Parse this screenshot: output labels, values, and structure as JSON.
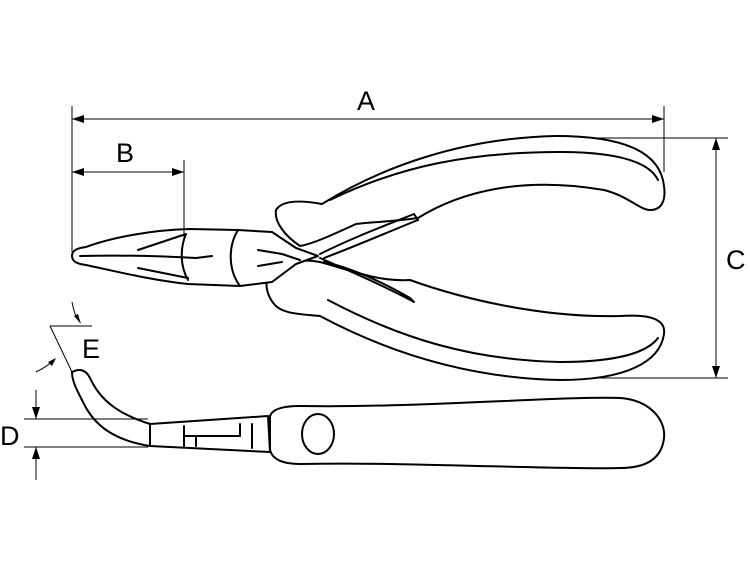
{
  "dimensions": {
    "A": "A",
    "B": "B",
    "C": "C",
    "D": "D",
    "E": "E"
  }
}
